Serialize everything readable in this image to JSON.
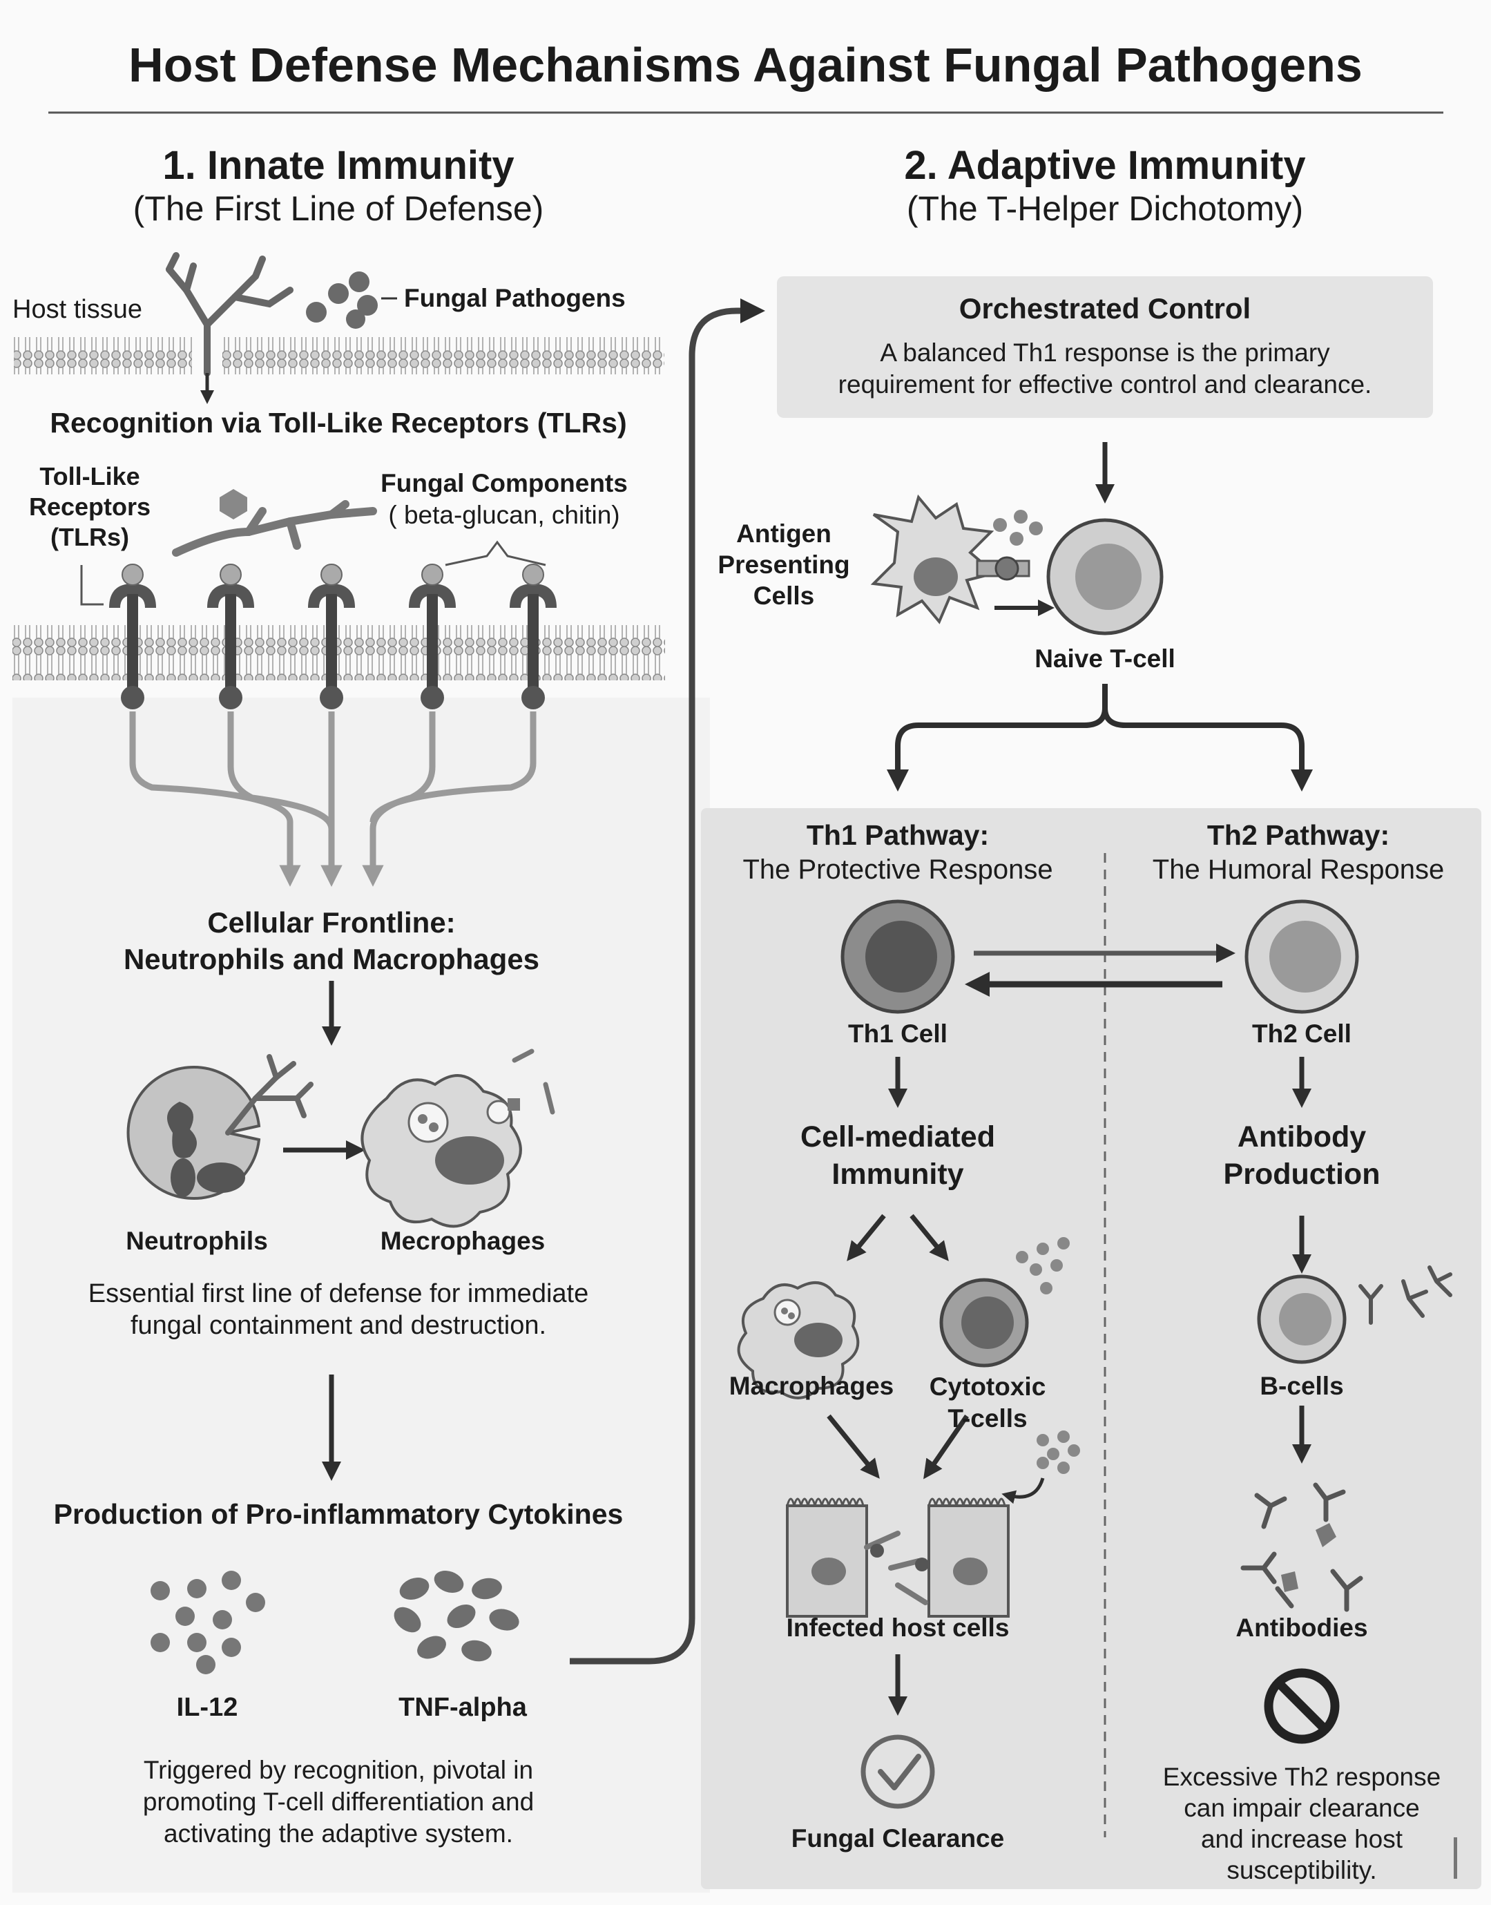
{
  "title": "Host Defense Mechanisms Against Fungal Pathogens",
  "innate": {
    "heading": "1. Innate Immunity",
    "subheading": "(The First Line of Defense)",
    "host_tissue": "Host tissue",
    "fungal_pathogens": "Fungal Pathogens",
    "recognition": "Recognition via Toll-Like Receptors (TLRs)",
    "tlr_label": "Toll-Like\nReceptors\n(TLRs)",
    "fungal_components_title": "Fungal Components",
    "fungal_components_detail": "( beta-glucan, chitin)",
    "cellular_frontline": "Cellular Frontline:\nNeutrophils and Macrophages",
    "neutrophils": "Neutrophils",
    "macrophages": "Mecrophages",
    "frontline_note": "Essential first line of defense for immediate\nfungal containment and destruction.",
    "cytokines_heading": "Production of Pro-inflammatory Cytokines",
    "il12": "IL-12",
    "tnf": "TNF-alpha",
    "cytokine_note": "Triggered by recognition, pivotal in\npromoting T-cell differentiation and\nactivating the adaptive system."
  },
  "adaptive": {
    "heading": "2. Adaptive Immunity",
    "subheading": "(The T-Helper Dichotomy)",
    "orchestrated_title": "Orchestrated Control",
    "orchestrated_text": "A balanced Th1 response is the primary\nrequirement for effective control and clearance.",
    "apc": "Antigen\nPresenting\nCells",
    "naive": "Naive T-cell",
    "th1_title": "Th1 Pathway:",
    "th1_sub": "The Protective Response",
    "th2_title": "Th2 Pathway:",
    "th2_sub": "The Humoral Response",
    "th1_cell": "Th1 Cell",
    "th2_cell": "Th2 Cell",
    "cell_mediated": "Cell-mediated\nImmunity",
    "antibody_production": "Antibody\nProduction",
    "macrophages": "Macrophages",
    "cytotoxic": "Cytotoxic\nT-cells",
    "bcells": "B-cells",
    "infected": "Infected host cells",
    "antibodies": "Antibodies",
    "clearance": "Fungal Clearance",
    "th2_warning": "Excessive Th2 response\ncan impair clearance\nand increase host\nsusceptibility."
  },
  "colors": {
    "arrow": "#2e2e2e",
    "light_arrow": "#9a9a9a",
    "panel": "#e6e6e6",
    "cell_dark": "#666666"
  }
}
